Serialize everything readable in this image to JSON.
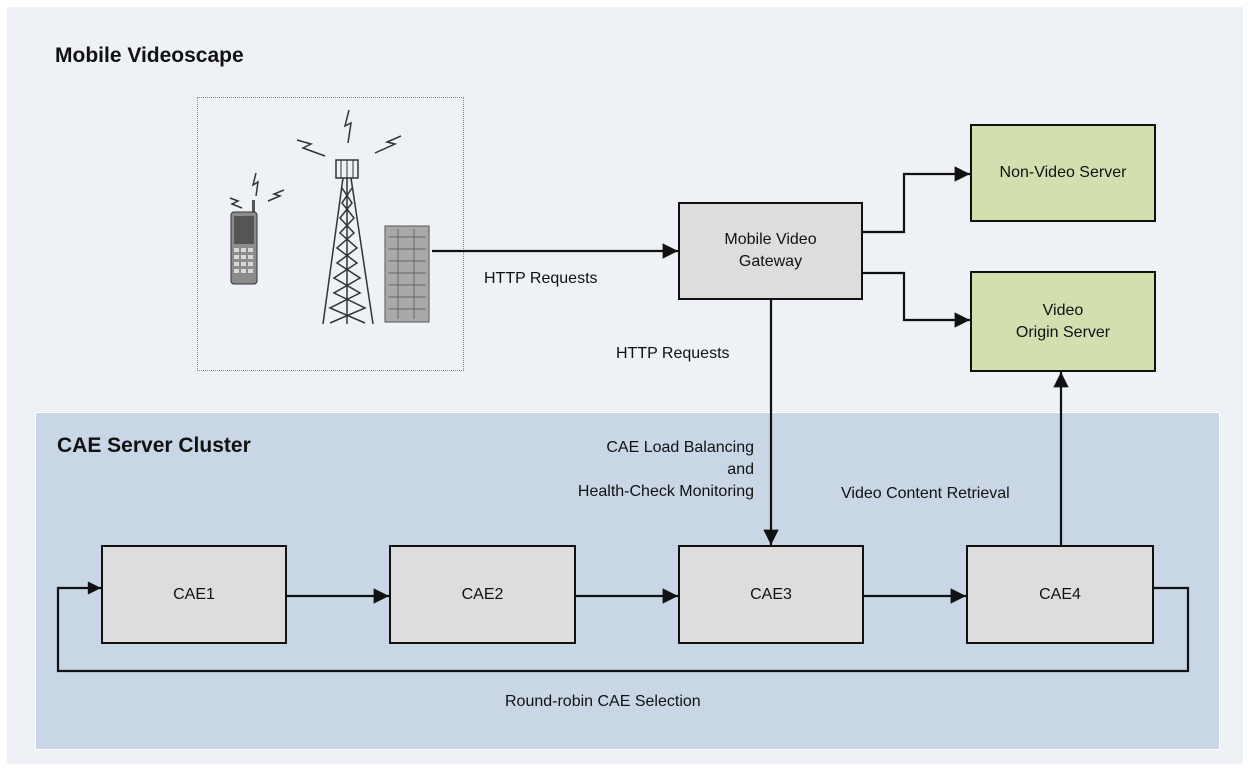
{
  "sections": {
    "videoscape_title": "Mobile Videoscape",
    "cluster_title": "CAE Server Cluster"
  },
  "nodes": {
    "gateway": "Mobile Video\nGateway",
    "non_video": "Non-Video Server",
    "origin": "Video\nOrigin Server",
    "cae1": "CAE1",
    "cae2": "CAE2",
    "cae3": "CAE3",
    "cae4": "CAE4"
  },
  "edges": {
    "http_requests_1": "HTTP Requests",
    "http_requests_2": "HTTP Requests",
    "load_balancing": "CAE Load Balancing\nand\nHealth-Check Monitoring",
    "content_retrieval": "Video Content Retrieval",
    "round_robin": "Round-robin CAE Selection"
  },
  "icons": [
    "mobile-phone-icon",
    "cell-tower-icon",
    "server-rack-icon"
  ],
  "colors": {
    "background": "#eef1f6",
    "cluster": "#c8d6e6",
    "cae_box": "#dddddd",
    "server_box": "#d2e0b0"
  }
}
